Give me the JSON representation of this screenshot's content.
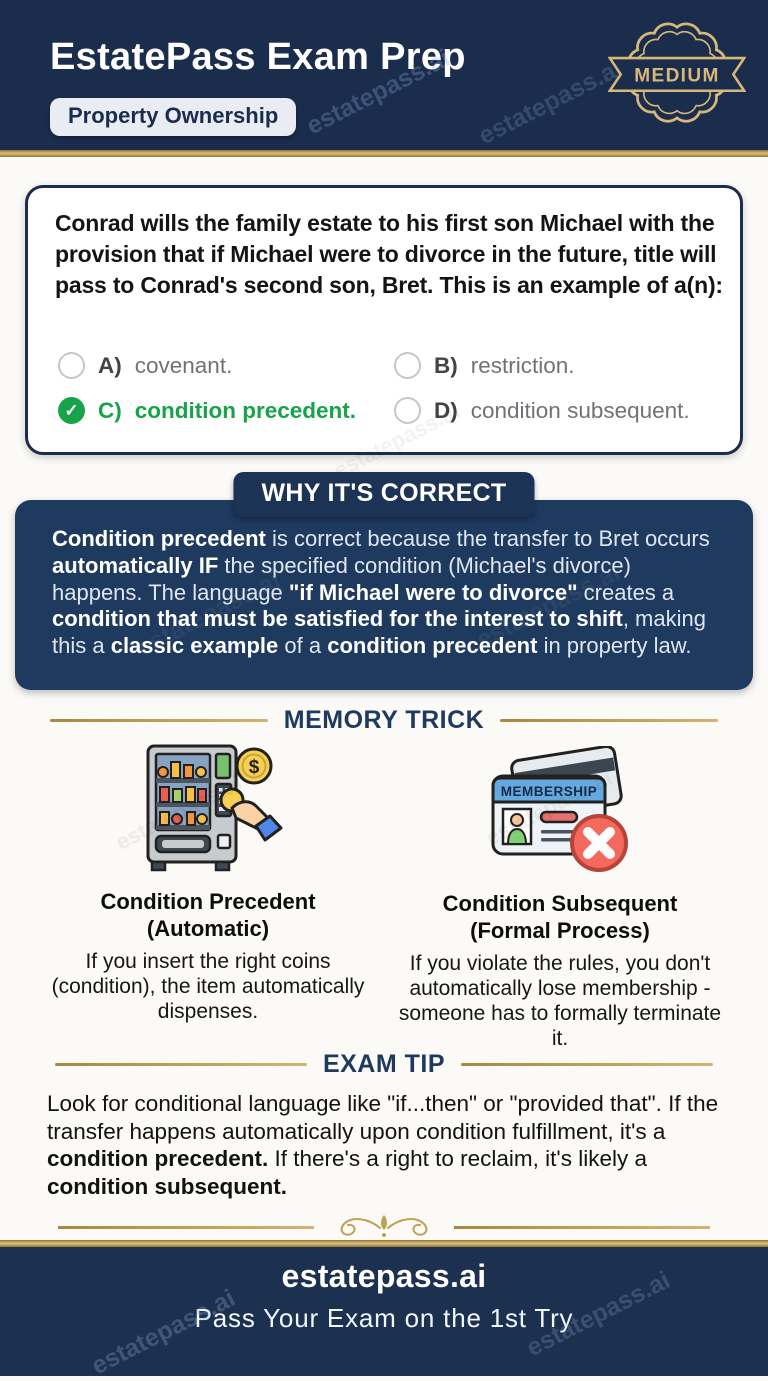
{
  "theme": {
    "navy": "#1b2d4d",
    "panel_navy": "#1e3a5f",
    "gold": "#c5a45b",
    "green": "#17a34a",
    "red": "#f3695c",
    "page_bg": "#fbfaf7"
  },
  "watermark": "estatepass.ai",
  "icons": {
    "check": "✓"
  },
  "header": {
    "title": "EstatePass Exam Prep",
    "category": "Property Ownership",
    "difficulty": "MEDIUM"
  },
  "question": {
    "text": "Conrad wills the family estate to his first son Michael with the provision that if Michael were to divorce in the future, title will pass to Conrad's second son, Bret. This is an example of a(n):",
    "options": [
      {
        "letter": "A)",
        "text": "covenant.",
        "correct": false
      },
      {
        "letter": "B)",
        "text": "restriction.",
        "correct": false
      },
      {
        "letter": "C)",
        "text": "condition precedent.",
        "correct": true
      },
      {
        "letter": "D)",
        "text": "condition subsequent.",
        "correct": false
      }
    ]
  },
  "why": {
    "heading": "WHY IT'S CORRECT",
    "segments": [
      {
        "text": "Condition precedent",
        "bold": true
      },
      {
        "text": " is correct because the transfer to Bret occurs ",
        "bold": false
      },
      {
        "text": "automatically IF",
        "bold": true
      },
      {
        "text": " the specified condition (Michael's divorce) happens. The language ",
        "bold": false
      },
      {
        "text": "\"if Michael were to divorce\"",
        "bold": true
      },
      {
        "text": " creates a ",
        "bold": false
      },
      {
        "text": "condition that must be satisfied for the interest to shift",
        "bold": true
      },
      {
        "text": ", making this a ",
        "bold": false
      },
      {
        "text": "classic example",
        "bold": true
      },
      {
        "text": " of a ",
        "bold": false
      },
      {
        "text": "condition precedent",
        "bold": true
      },
      {
        "text": " in property law.",
        "bold": false
      }
    ]
  },
  "memory_trick": {
    "heading": "MEMORY TRICK",
    "items": [
      {
        "icon": "vending-machine-icon",
        "coin_symbol": "$",
        "title": "Condition Precedent",
        "subtitle": "(Automatic)",
        "text": "If you insert the right coins (condition), the item automatically dispenses."
      },
      {
        "icon": "membership-card-icon",
        "card_label": "MEMBERSHIP",
        "title": "Condition Subsequent",
        "subtitle": "(Formal Process)",
        "text": "If you violate the rules, you don't automatically lose membership - someone has to formally terminate it."
      }
    ]
  },
  "exam_tip": {
    "heading": "EXAM TIP",
    "segments": [
      {
        "text": "Look for conditional language like \"if...then\" or \"provided that\". If the transfer happens automatically upon condition fulfillment, it's a ",
        "bold": false
      },
      {
        "text": "condition precedent.",
        "bold": true
      },
      {
        "text": " If there's a right to reclaim, it's likely a ",
        "bold": false
      },
      {
        "text": "condition subsequent.",
        "bold": true
      }
    ]
  },
  "footer": {
    "brand": "estatepass.ai",
    "tagline": "Pass Your Exam on the 1st Try"
  }
}
